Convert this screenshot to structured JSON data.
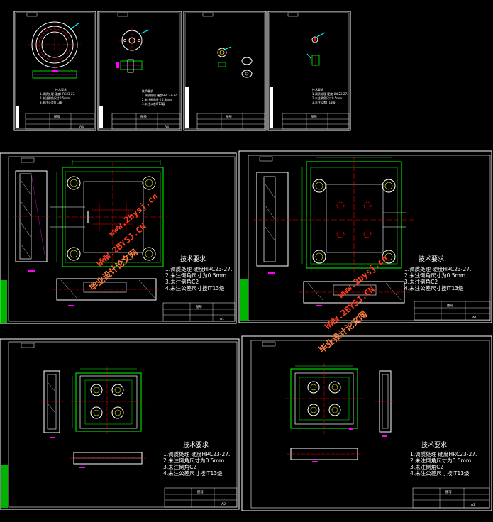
{
  "tech_notes": {
    "title": "技术要求",
    "line1": "1.调质处理   硬度HRC23-27.",
    "line2": "2.未注倒角尺寸为0.5mm.",
    "line3": "3.未注倒角C2",
    "line4": "4.未注公差尺寸按IT13级"
  },
  "top_notes": {
    "title": "技术要求",
    "line1": "1.调质处理 硬度HRC23-27.",
    "line2": "2.未注倒角尺寸0.5mm.",
    "line3": "3.未注公差IT13级"
  },
  "title_blocks": {
    "scale_a4": "A4",
    "drawing_no": "图号",
    "sheet_a1": "A1",
    "sheet_a2": "A2"
  },
  "watermark": {
    "brand": "毕业设计论文网",
    "url": "WWW.2BYSJ.CN",
    "url_lower": "www.2bysj.cn"
  },
  "colors": {
    "background": "#000000",
    "frame": "#ffffff",
    "part": "#00ff00",
    "hatch": "#ff00ff",
    "center": "#ff0000",
    "dim": "#00ffff",
    "yellow": "#ffff00",
    "watermark": "#ff8040"
  }
}
